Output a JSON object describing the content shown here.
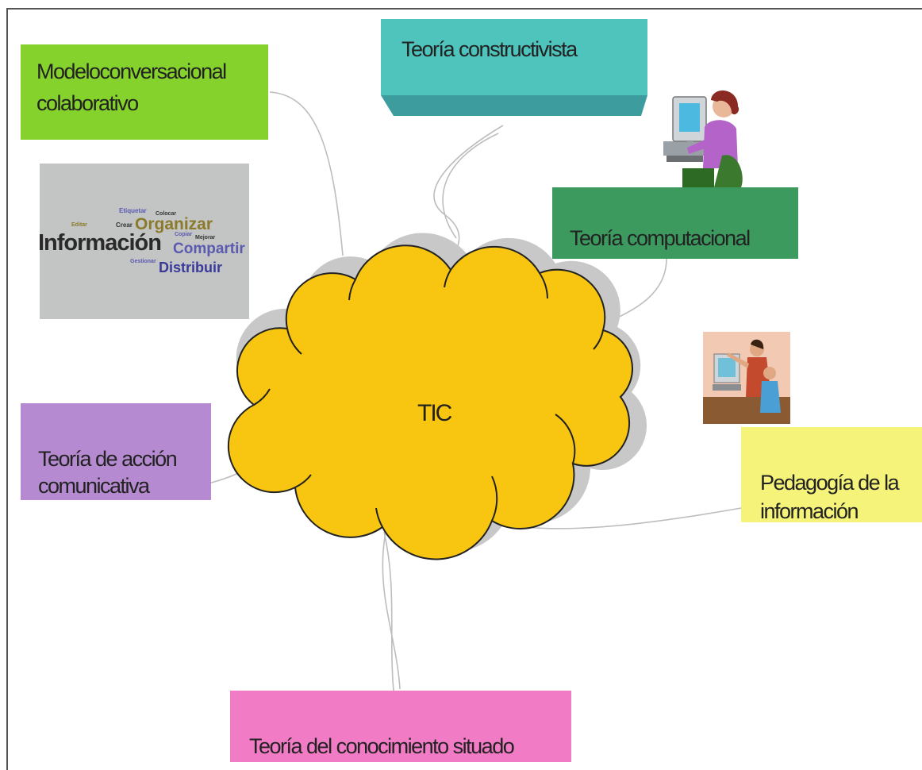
{
  "center": {
    "label": "TIC"
  },
  "nodes": {
    "modelo": [
      "Modeloconversacional",
      "colaborativo"
    ],
    "constructivista": [
      "Teoría constructivista"
    ],
    "computacional": [
      "Teoría computacional"
    ],
    "accion": [
      "Teoría de acción",
      "comunicativa"
    ],
    "pedagogia": [
      "Pedagogía de la",
      "información"
    ],
    "situado": [
      "Teoría del conocimiento situado"
    ]
  },
  "wordcloud": {
    "words": [
      "Etiquetar",
      "Colocar",
      "Editar",
      "Crear",
      "Organizar",
      "Copiar",
      "Mejorar",
      "Información",
      "Compartir",
      "Gestionar",
      "Distribuir"
    ]
  },
  "colors": {
    "cloud": "#f8c510",
    "modelo": "#86d22c",
    "constructivista": "#4ec4bd",
    "computacional": "#3c9a5f",
    "accion": "#b58ad0",
    "pedagogia": "#f5f37a",
    "situado": "#f27bc6"
  },
  "icons": [
    "woman-at-computer-icon",
    "teacher-student-computer-icon"
  ]
}
